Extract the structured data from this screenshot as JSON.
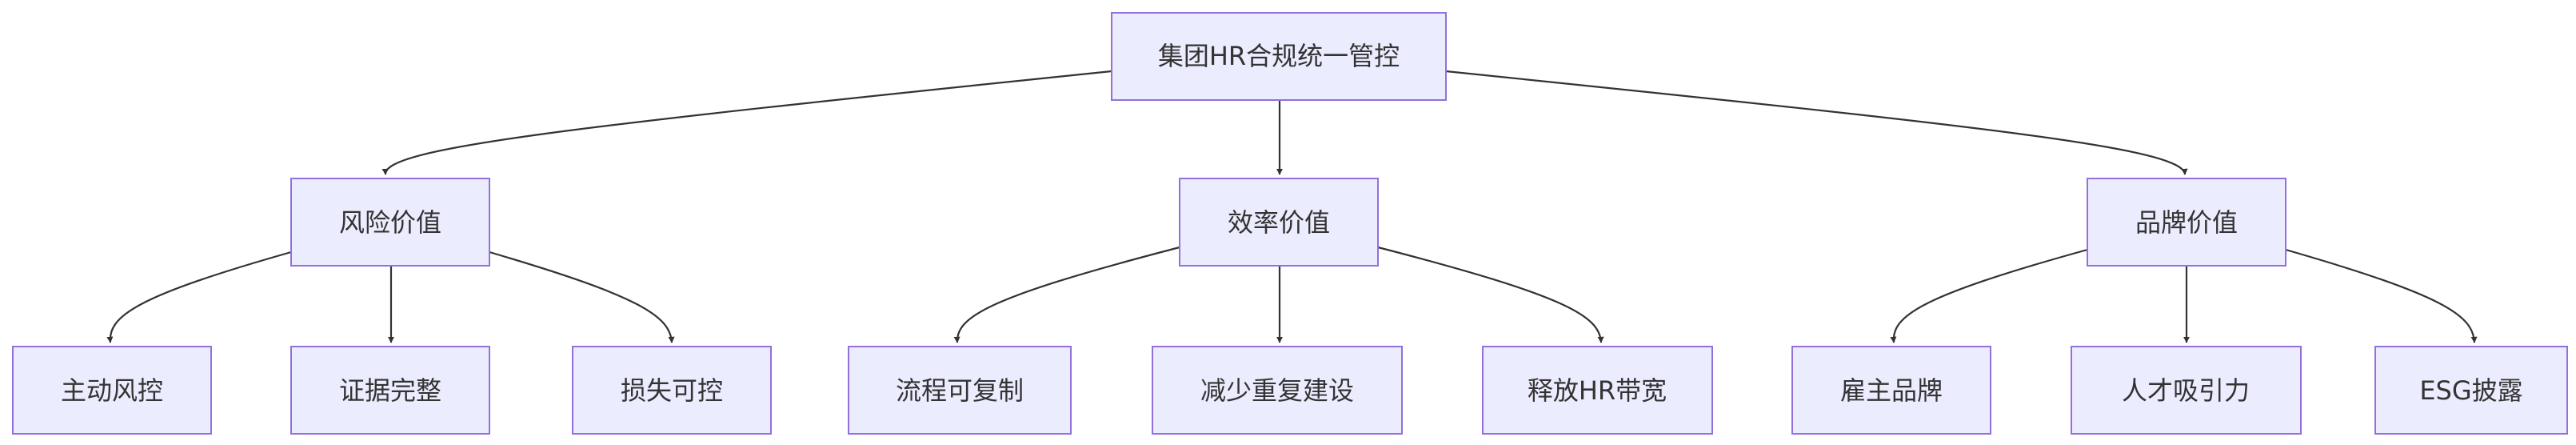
{
  "diagram": {
    "type": "flowchart-tree",
    "colors": {
      "node_fill": "#ECECFF",
      "node_stroke": "#9370DB",
      "edge": "#333333",
      "text": "#333333"
    },
    "root": {
      "label": "集团HR合规统一管控"
    },
    "branches": [
      {
        "label": "风险价值",
        "children": [
          {
            "label": "主动风控"
          },
          {
            "label": "证据完整"
          },
          {
            "label": "损失可控"
          }
        ]
      },
      {
        "label": "效率价值",
        "children": [
          {
            "label": "流程可复制"
          },
          {
            "label": "减少重复建设"
          },
          {
            "label": "释放HR带宽"
          }
        ]
      },
      {
        "label": "品牌价值",
        "children": [
          {
            "label": "雇主品牌"
          },
          {
            "label": "人才吸引力"
          },
          {
            "label": "ESG披露"
          }
        ]
      }
    ]
  }
}
